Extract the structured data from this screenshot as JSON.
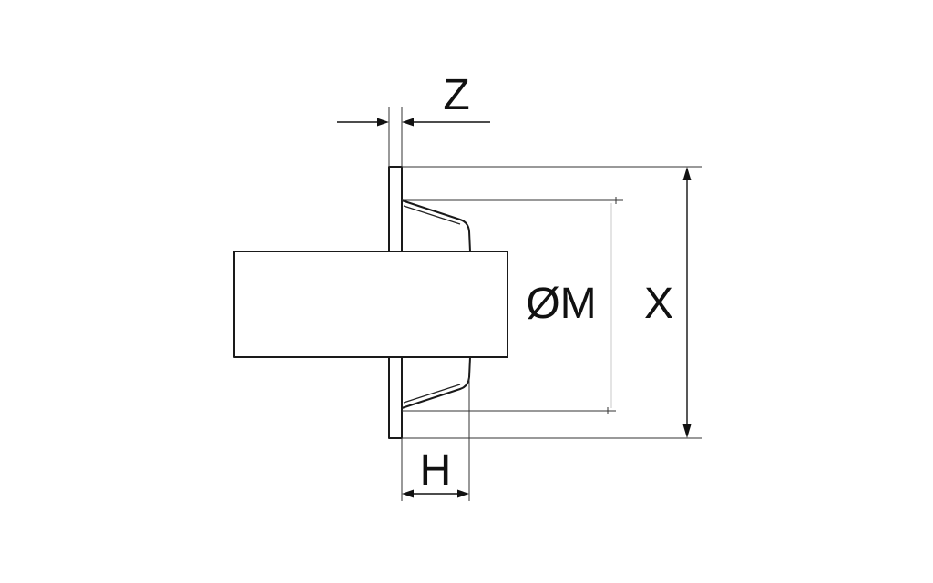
{
  "labels": {
    "z": "Z",
    "diameter_m": "ØM",
    "x": "X",
    "h": "H"
  },
  "colors": {
    "line": "#1a1a1a",
    "background": "#ffffff"
  }
}
